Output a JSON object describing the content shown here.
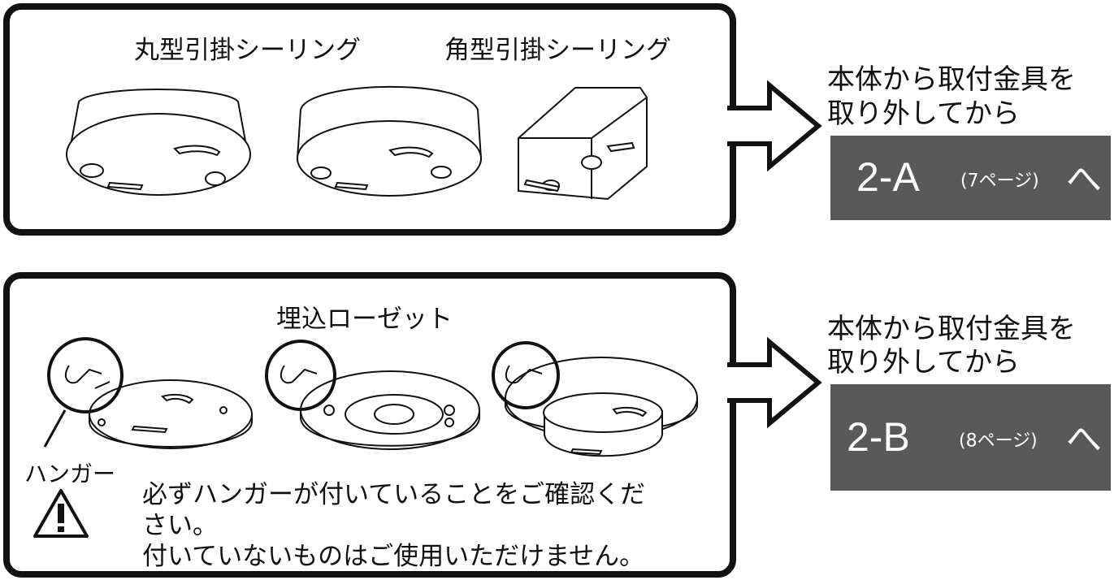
{
  "top_section": {
    "round_ceiling_label": "丸型引掛シーリング",
    "square_ceiling_label": "角型引掛シーリング",
    "instruction_line1": "本体から取付金具を",
    "instruction_line2": "取り外してから",
    "destination": {
      "code": "2-A",
      "page": "(7ページ)",
      "suffix": "へ"
    }
  },
  "bottom_section": {
    "rosette_label": "埋込ローゼット",
    "hanger_label": "ハンガー",
    "warning_line1": "必ずハンガーが付いていることをご確認くだ",
    "warning_line2": "さい。",
    "warning_line3": "付いていないものはご使用いただけません。",
    "instruction_line1": "本体から取付金具を",
    "instruction_line2": "取り外してから",
    "destination": {
      "code": "2-B",
      "page": "(8ページ)",
      "suffix": "へ"
    }
  },
  "colors": {
    "badge": "#595959",
    "ink": "#111111"
  }
}
